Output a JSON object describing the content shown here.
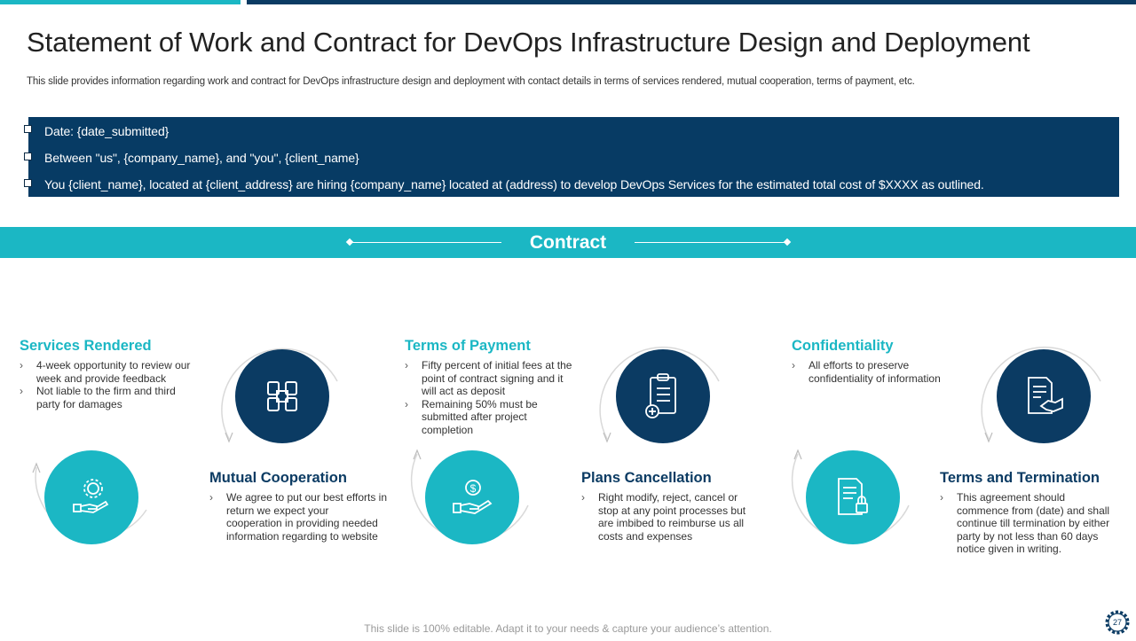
{
  "slide": {
    "title": "Statement of Work and Contract for DevOps Infrastructure Design and Deployment",
    "subtitle": "This slide provides information regarding work and contract for DevOps infrastructure design and deployment with contact details in terms of services rendered, mutual cooperation, terms of payment, etc.",
    "info_items": [
      "Date: {date_submitted}",
      "Between \"us\", {company_name}, and \"you\", {client_name}",
      "You {client_name}, located at {client_address} are hiring {company_name} located at (address) to develop DevOps Services for the estimated total cost of $XXXX  as outlined."
    ],
    "band_title": "Contract",
    "sections": {
      "services_rendered": {
        "title": "Services Rendered",
        "bullets": [
          "4-week opportunity to review our week and provide feedback",
          "Not liable to the firm and third party for damages"
        ]
      },
      "mutual_cooperation": {
        "title": "Mutual Cooperation",
        "bullets": [
          "We agree to put our best efforts in return we expect your cooperation in providing needed information regarding to website"
        ]
      },
      "terms_of_payment": {
        "title": "Terms of Payment",
        "bullets": [
          "Fifty percent of initial fees at the point of contract signing and it will act as deposit",
          "Remaining 50% must be submitted after project completion"
        ]
      },
      "plans_cancellation": {
        "title": "Plans Cancellation",
        "bullets": [
          "Right modify, reject, cancel or stop at any point processes but are imbibed to reimburse us all costs and expenses"
        ]
      },
      "confidentiality": {
        "title": "Confidentiality",
        "bullets": [
          "All efforts to preserve confidentiality of information"
        ]
      },
      "terms_and_termination": {
        "title": "Terms and Termination",
        "bullets": [
          "This agreement should commence from (date) and shall continue till termination by either party by not less than 60 days notice given in writing."
        ]
      }
    },
    "footer": "This slide is 100% editable. Adapt it to your needs & capture your audience’s attention.",
    "page_number": "27"
  },
  "colors": {
    "navy": "#0b3b63",
    "teal": "#1bb7c4",
    "box": "#073b64"
  },
  "icons": {
    "services_rendered": "gear-hand-icon",
    "mutual_cooperation": "teamwork-hands-icon",
    "terms_of_payment": "dollar-hand-icon",
    "plans_cancellation": "clipboard-plus-icon",
    "confidentiality": "document-lock-icon",
    "terms_and_termination": "contract-handshake-icon"
  }
}
